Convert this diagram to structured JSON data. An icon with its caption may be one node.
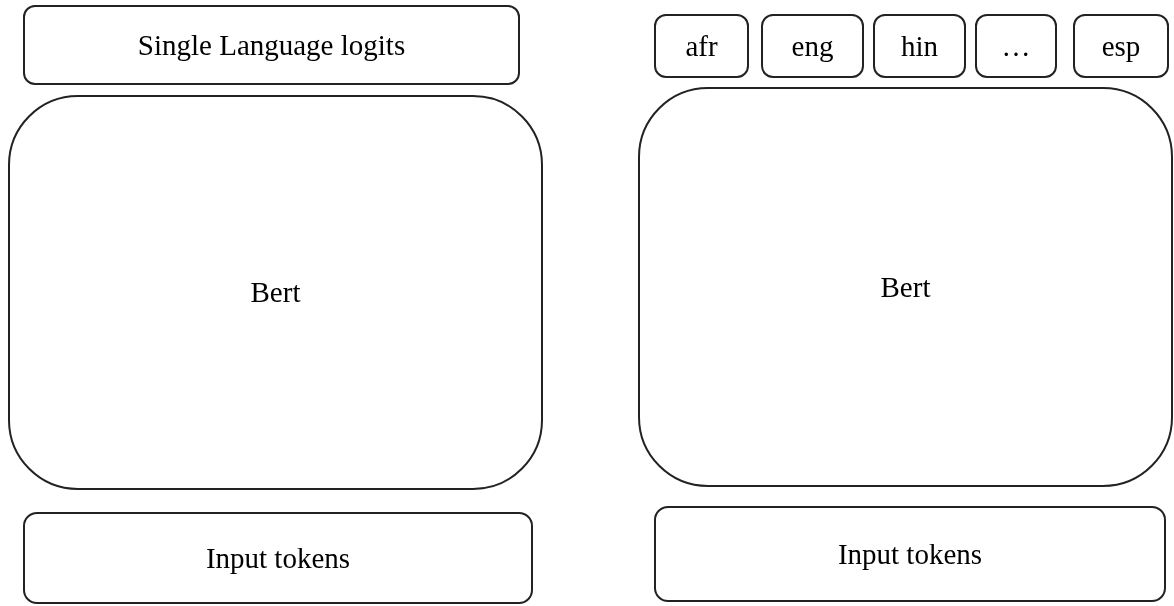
{
  "diagram": {
    "nodes": [
      {
        "text": [
          "Single Language logits"
        ]
      },
      {
        "text": [
          "Bert"
        ]
      },
      {
        "text": [
          "Input tokens"
        ]
      },
      {
        "text": [
          "afr"
        ]
      },
      {
        "text": [
          "eng"
        ]
      },
      {
        "text": [
          "hin"
        ]
      },
      {
        "text": [
          "…"
        ]
      },
      {
        "text": [
          "esp"
        ]
      },
      {
        "text": [
          "Bert"
        ]
      },
      {
        "text": [
          "Input tokens"
        ]
      }
    ]
  }
}
